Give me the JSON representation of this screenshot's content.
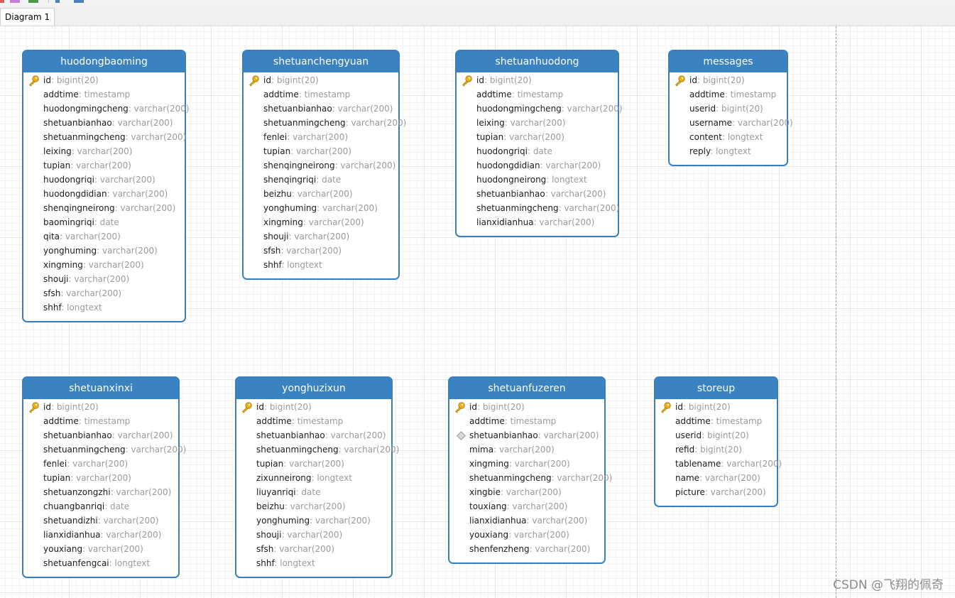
{
  "tab": {
    "label": "Diagram 1"
  },
  "watermark": "CSDN @飞翔的佩奇",
  "icons": {
    "primary_key": "key-icon",
    "index": "index-diamond-icon"
  },
  "colors": {
    "header": "#3a82c0",
    "border": "#3a7fbd",
    "type_text": "#9a9a9a",
    "key": "#e8b21a"
  },
  "entities": [
    {
      "name": "huodongbaoming",
      "fields": [
        {
          "name": "id",
          "type": "bigint(20)",
          "key": true
        },
        {
          "name": "addtime",
          "type": "timestamp"
        },
        {
          "name": "huodongmingcheng",
          "type": "varchar(200)"
        },
        {
          "name": "shetuanbianhao",
          "type": "varchar(200)"
        },
        {
          "name": "shetuanmingcheng",
          "type": "varchar(200)"
        },
        {
          "name": "leixing",
          "type": "varchar(200)"
        },
        {
          "name": "tupian",
          "type": "varchar(200)"
        },
        {
          "name": "huodongriqi",
          "type": "varchar(200)"
        },
        {
          "name": "huodongdidian",
          "type": "varchar(200)"
        },
        {
          "name": "shenqingneirong",
          "type": "varchar(200)"
        },
        {
          "name": "baomingriqi",
          "type": "date"
        },
        {
          "name": "qita",
          "type": "varchar(200)"
        },
        {
          "name": "yonghuming",
          "type": "varchar(200)"
        },
        {
          "name": "xingming",
          "type": "varchar(200)"
        },
        {
          "name": "shouji",
          "type": "varchar(200)"
        },
        {
          "name": "sfsh",
          "type": "varchar(200)"
        },
        {
          "name": "shhf",
          "type": "longtext"
        }
      ]
    },
    {
      "name": "shetuanchengyuan",
      "fields": [
        {
          "name": "id",
          "type": "bigint(20)",
          "key": true
        },
        {
          "name": "addtime",
          "type": "timestamp"
        },
        {
          "name": "shetuanbianhao",
          "type": "varchar(200)"
        },
        {
          "name": "shetuanmingcheng",
          "type": "varchar(200)"
        },
        {
          "name": "fenlei",
          "type": "varchar(200)"
        },
        {
          "name": "tupian",
          "type": "varchar(200)"
        },
        {
          "name": "shenqingneirong",
          "type": "varchar(200)"
        },
        {
          "name": "shenqingriqi",
          "type": "date"
        },
        {
          "name": "beizhu",
          "type": "varchar(200)"
        },
        {
          "name": "yonghuming",
          "type": "varchar(200)"
        },
        {
          "name": "xingming",
          "type": "varchar(200)"
        },
        {
          "name": "shouji",
          "type": "varchar(200)"
        },
        {
          "name": "sfsh",
          "type": "varchar(200)"
        },
        {
          "name": "shhf",
          "type": "longtext"
        }
      ]
    },
    {
      "name": "shetuanhuodong",
      "fields": [
        {
          "name": "id",
          "type": "bigint(20)",
          "key": true
        },
        {
          "name": "addtime",
          "type": "timestamp"
        },
        {
          "name": "huodongmingcheng",
          "type": "varchar(200)"
        },
        {
          "name": "leixing",
          "type": "varchar(200)"
        },
        {
          "name": "tupian",
          "type": "varchar(200)"
        },
        {
          "name": "huodongriqi",
          "type": "date"
        },
        {
          "name": "huodongdidian",
          "type": "varchar(200)"
        },
        {
          "name": "huodongneirong",
          "type": "longtext"
        },
        {
          "name": "shetuanbianhao",
          "type": "varchar(200)"
        },
        {
          "name": "shetuanmingcheng",
          "type": "varchar(200)"
        },
        {
          "name": "lianxidianhua",
          "type": "varchar(200)"
        }
      ]
    },
    {
      "name": "messages",
      "fields": [
        {
          "name": "id",
          "type": "bigint(20)",
          "key": true
        },
        {
          "name": "addtime",
          "type": "timestamp"
        },
        {
          "name": "userid",
          "type": "bigint(20)"
        },
        {
          "name": "username",
          "type": "varchar(200)"
        },
        {
          "name": "content",
          "type": "longtext"
        },
        {
          "name": "reply",
          "type": "longtext"
        }
      ]
    },
    {
      "name": "shetuanxinxi",
      "fields": [
        {
          "name": "id",
          "type": "bigint(20)",
          "key": true
        },
        {
          "name": "addtime",
          "type": "timestamp"
        },
        {
          "name": "shetuanbianhao",
          "type": "varchar(200)"
        },
        {
          "name": "shetuanmingcheng",
          "type": "varchar(200)"
        },
        {
          "name": "fenlei",
          "type": "varchar(200)"
        },
        {
          "name": "tupian",
          "type": "varchar(200)"
        },
        {
          "name": "shetuanzongzhi",
          "type": "varchar(200)"
        },
        {
          "name": "chuangbanriqi",
          "type": "date"
        },
        {
          "name": "shetuandizhi",
          "type": "varchar(200)"
        },
        {
          "name": "lianxidianhua",
          "type": "varchar(200)"
        },
        {
          "name": "youxiang",
          "type": "varchar(200)"
        },
        {
          "name": "shetuanfengcai",
          "type": "longtext"
        }
      ]
    },
    {
      "name": "yonghuzixun",
      "fields": [
        {
          "name": "id",
          "type": "bigint(20)",
          "key": true
        },
        {
          "name": "addtime",
          "type": "timestamp"
        },
        {
          "name": "shetuanbianhao",
          "type": "varchar(200)"
        },
        {
          "name": "shetuanmingcheng",
          "type": "varchar(200)"
        },
        {
          "name": "tupian",
          "type": "varchar(200)"
        },
        {
          "name": "zixunneirong",
          "type": "longtext"
        },
        {
          "name": "liuyanriqi",
          "type": "date"
        },
        {
          "name": "beizhu",
          "type": "varchar(200)"
        },
        {
          "name": "yonghuming",
          "type": "varchar(200)"
        },
        {
          "name": "shouji",
          "type": "varchar(200)"
        },
        {
          "name": "sfsh",
          "type": "varchar(200)"
        },
        {
          "name": "shhf",
          "type": "longtext"
        }
      ]
    },
    {
      "name": "shetuanfuzeren",
      "fields": [
        {
          "name": "id",
          "type": "bigint(20)",
          "key": true
        },
        {
          "name": "addtime",
          "type": "timestamp"
        },
        {
          "name": "shetuanbianhao",
          "type": "varchar(200)",
          "index": true
        },
        {
          "name": "mima",
          "type": "varchar(200)"
        },
        {
          "name": "xingming",
          "type": "varchar(200)"
        },
        {
          "name": "shetuanmingcheng",
          "type": "varchar(200)"
        },
        {
          "name": "xingbie",
          "type": "varchar(200)"
        },
        {
          "name": "touxiang",
          "type": "varchar(200)"
        },
        {
          "name": "lianxidianhua",
          "type": "varchar(200)"
        },
        {
          "name": "youxiang",
          "type": "varchar(200)"
        },
        {
          "name": "shenfenzheng",
          "type": "varchar(200)"
        }
      ]
    },
    {
      "name": "storeup",
      "fields": [
        {
          "name": "id",
          "type": "bigint(20)",
          "key": true
        },
        {
          "name": "addtime",
          "type": "timestamp"
        },
        {
          "name": "userid",
          "type": "bigint(20)"
        },
        {
          "name": "refid",
          "type": "bigint(20)"
        },
        {
          "name": "tablename",
          "type": "varchar(200)"
        },
        {
          "name": "name",
          "type": "varchar(200)"
        },
        {
          "name": "picture",
          "type": "varchar(200)"
        }
      ]
    }
  ]
}
